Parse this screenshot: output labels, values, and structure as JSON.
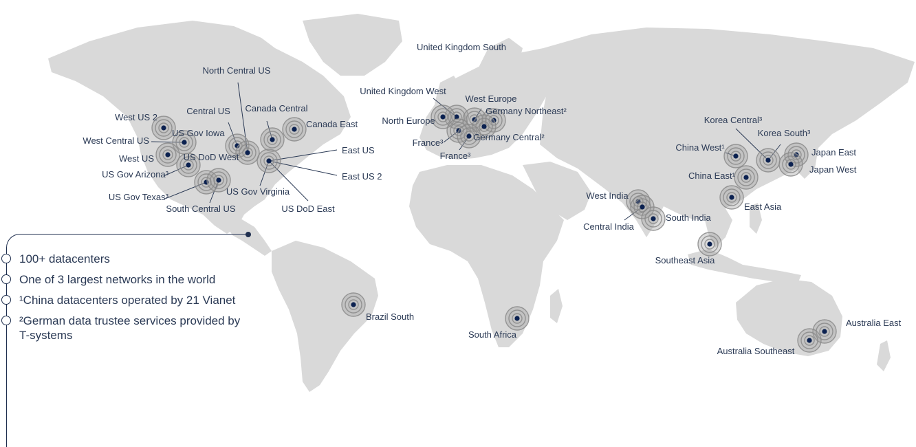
{
  "regions": [
    {
      "name": "West US 2",
      "label": "West US 2"
    },
    {
      "name": "West Central US",
      "label": "West Central US"
    },
    {
      "name": "West US",
      "label": "West US"
    },
    {
      "name": "US Gov Arizona",
      "label": "US Gov Arizona³"
    },
    {
      "name": "US Gov Texas",
      "label": "US Gov Texas³"
    },
    {
      "name": "US Gov Iowa",
      "label": "US Gov Iowa"
    },
    {
      "name": "US DoD West",
      "label": "US DoD West"
    },
    {
      "name": "South Central US",
      "label": "South Central US"
    },
    {
      "name": "US Gov Virginia",
      "label": "US Gov Virginia"
    },
    {
      "name": "Central US",
      "label": "Central US"
    },
    {
      "name": "North Central US",
      "label": "North Central US"
    },
    {
      "name": "Canada Central",
      "label": "Canada Central"
    },
    {
      "name": "Canada East",
      "label": "Canada East"
    },
    {
      "name": "East US",
      "label": "East US"
    },
    {
      "name": "East US 2",
      "label": "East US 2"
    },
    {
      "name": "US DoD East",
      "label": "US DoD East"
    },
    {
      "name": "Brazil South",
      "label": "Brazil South"
    },
    {
      "name": "United Kingdom South",
      "label": "United Kingdom South"
    },
    {
      "name": "United Kingdom West",
      "label": "United Kingdom West"
    },
    {
      "name": "West Europe",
      "label": "West Europe"
    },
    {
      "name": "North Europe",
      "label": "North Europe"
    },
    {
      "name": "Germany Northeast",
      "label": "Germany Northeast²"
    },
    {
      "name": "Germany Central",
      "label": "Germany Central²"
    },
    {
      "name": "France 1",
      "label": "France³"
    },
    {
      "name": "France 2",
      "label": "France³"
    },
    {
      "name": "South Africa",
      "label": "South Africa"
    },
    {
      "name": "West India",
      "label": "West India"
    },
    {
      "name": "Central India",
      "label": "Central India"
    },
    {
      "name": "South India",
      "label": "South India"
    },
    {
      "name": "China West",
      "label": "China West¹"
    },
    {
      "name": "China East",
      "label": "China East¹"
    },
    {
      "name": "Korea Central",
      "label": "Korea Central³"
    },
    {
      "name": "Korea South",
      "label": "Korea South³"
    },
    {
      "name": "Japan East",
      "label": "Japan East"
    },
    {
      "name": "Japan West",
      "label": "Japan West"
    },
    {
      "name": "East Asia",
      "label": "East Asia"
    },
    {
      "name": "Southeast Asia",
      "label": "Southeast Asia"
    },
    {
      "name": "Australia East",
      "label": "Australia East"
    },
    {
      "name": "Australia Southeast",
      "label": "Australia Southeast"
    }
  ],
  "legend": {
    "items": [
      "100+ datacenters",
      "One of 3 largest networks in the world",
      "¹China datacenters operated by 21 Vianet",
      "²German data trustee services provided by T-systems"
    ]
  },
  "colors": {
    "land": "#d9d9d9",
    "dot": "#0b2150",
    "text": "#2b3a55"
  }
}
